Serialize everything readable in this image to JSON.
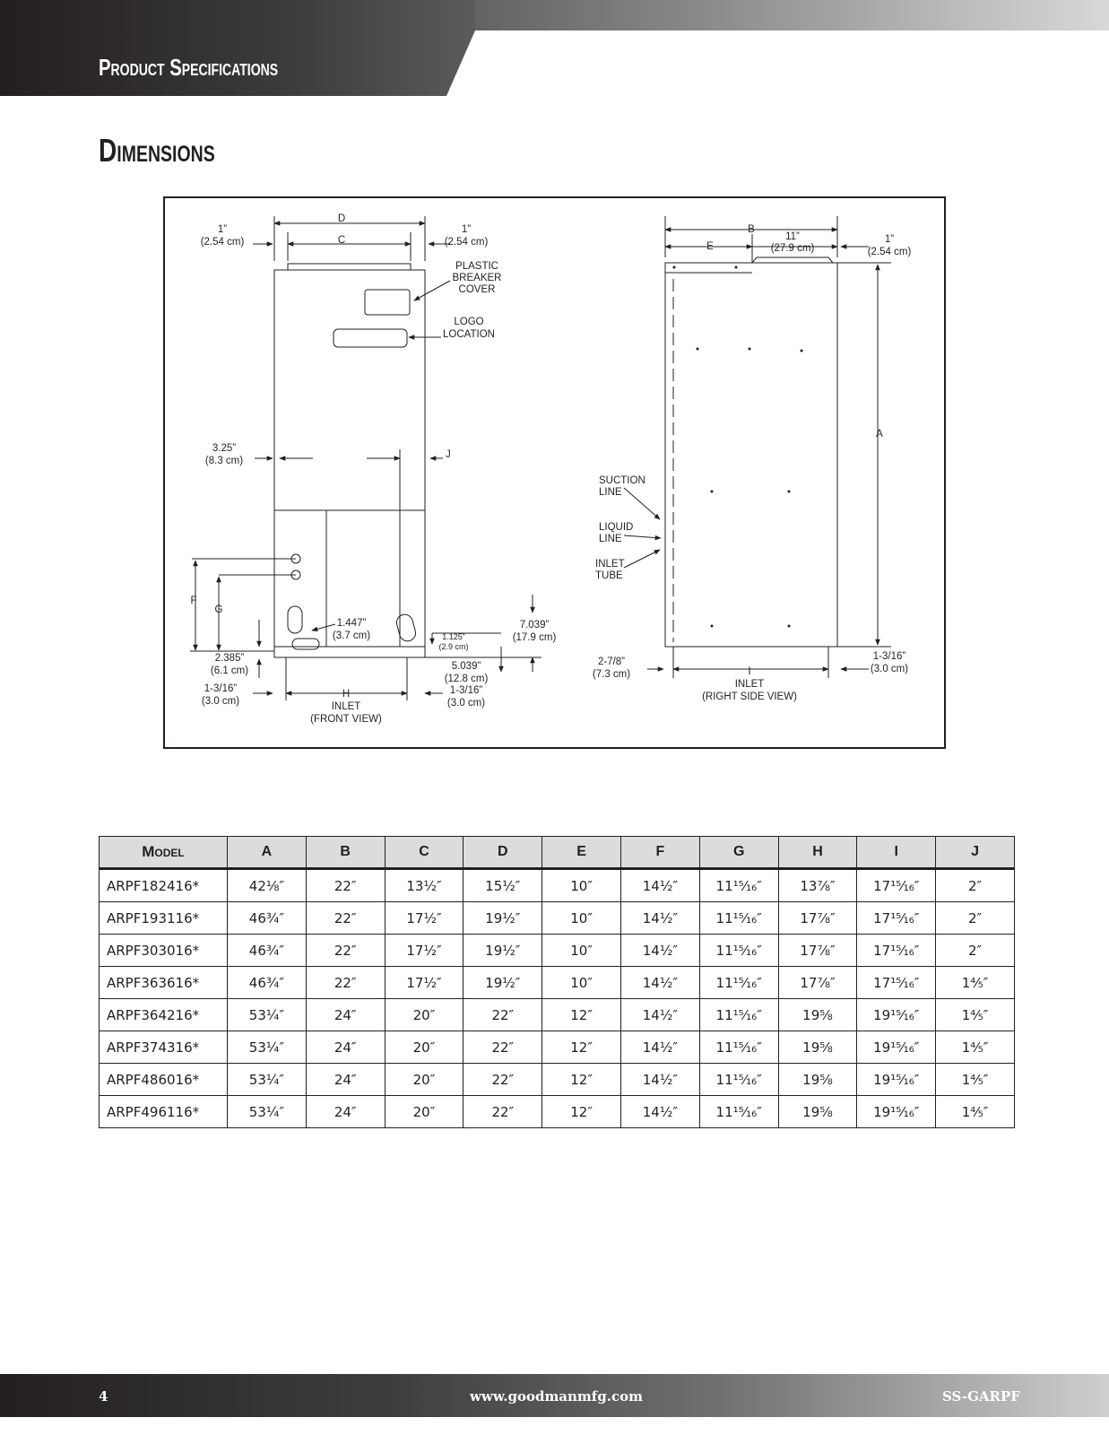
{
  "header": {
    "title": "Product Specifications"
  },
  "section": {
    "title": "Dimensions"
  },
  "diagram": {
    "front": {
      "d": "D",
      "c": "C",
      "one_left": "1”",
      "cm_left": "(2.54 cm)",
      "one_right": "1”",
      "cm_right": "(2.54 cm)",
      "plastic1": "PLASTIC",
      "plastic2": "BREAKER",
      "plastic3": "COVER",
      "logo1": "LOGO",
      "logo2": "LOCATION",
      "d325": "3.25”",
      "d325cm": "(8.3 cm)",
      "j": "J",
      "f": "F",
      "g": "G",
      "d1447": "1.447”",
      "d1447cm": "(3.7 cm)",
      "d1125": "1.125”",
      "d1125cm": "(2.9 cm)",
      "d7039": "7.039”",
      "d7039cm": "(17.9 cm)",
      "d2385": "2.385”",
      "d2385cm": "(6.1 cm)",
      "d5039": "5.039”",
      "d5039cm": "(12.8 cm)",
      "d1316a": "1-3/16”",
      "d1316acm": "(3.0 cm)",
      "d1316b": "1-3/16”",
      "d1316bcm": "(3.0 cm)",
      "h": "H",
      "inlet": "INLET",
      "view": "(FRONT VIEW)"
    },
    "side": {
      "b": "B",
      "e": "E",
      "eleven": "11”",
      "eleven_cm": "(27.9 cm)",
      "one": "1”",
      "one_cm": "(2.54 cm)",
      "a": "A",
      "suction1": "SUCTION",
      "suction2": "LINE",
      "liquid1": "LIQUID",
      "liquid2": "LINE",
      "inlet1": "INLET",
      "inlet2": "TUBE",
      "d278": "2-7/8”",
      "d278cm": "(7.3 cm)",
      "d1316": "1-3/16”",
      "d1316cm": "(3.0 cm)",
      "i": "I",
      "inlet": "INLET",
      "view": "(RIGHT SIDE VIEW)"
    }
  },
  "table": {
    "columns": [
      "Model",
      "A",
      "B",
      "C",
      "D",
      "E",
      "F",
      "G",
      "H",
      "I",
      "J"
    ],
    "rows": [
      [
        "ARPF182416*",
        "42⅛″",
        "22″",
        "13½″",
        "15½″",
        "10″",
        "14½″",
        "11¹⁵⁄₁₆″",
        "13⅞″",
        "17¹⁵⁄₁₆″",
        "2″"
      ],
      [
        "ARPF193116*",
        "46¾″",
        "22″",
        "17½″",
        "19½″",
        "10″",
        "14½″",
        "11¹⁵⁄₁₆″",
        "17⅞″",
        "17¹⁵⁄₁₆″",
        "2″"
      ],
      [
        "ARPF303016*",
        "46¾″",
        "22″",
        "17½″",
        "19½″",
        "10″",
        "14½″",
        "11¹⁵⁄₁₆″",
        "17⅞″",
        "17¹⁵⁄₁₆″",
        "2″"
      ],
      [
        "ARPF363616*",
        "46¾″",
        "22″",
        "17½″",
        "19½″",
        "10″",
        "14½″",
        "11¹⁵⁄₁₆″",
        "17⅞″",
        "17¹⁵⁄₁₆″",
        "1⁴⁄₅″"
      ],
      [
        "ARPF364216*",
        "53¼″",
        "24″",
        "20″",
        "22″",
        "12″",
        "14½″",
        "11¹⁵⁄₁₆″",
        "19⅝",
        "19¹⁵⁄₁₆″",
        "1⁴⁄₅″"
      ],
      [
        "ARPF374316*",
        "53¼″",
        "24″",
        "20″",
        "22″",
        "12″",
        "14½″",
        "11¹⁵⁄₁₆″",
        "19⅝",
        "19¹⁵⁄₁₆″",
        "1⁴⁄₅″"
      ],
      [
        "ARPF486016*",
        "53¼″",
        "24″",
        "20″",
        "22″",
        "12″",
        "14½″",
        "11¹⁵⁄₁₆″",
        "19⅝",
        "19¹⁵⁄₁₆″",
        "1⁴⁄₅″"
      ],
      [
        "ARPF496116*",
        "53¼″",
        "24″",
        "20″",
        "22″",
        "12″",
        "14½″",
        "11¹⁵⁄₁₆″",
        "19⅝",
        "19¹⁵⁄₁₆″",
        "1⁴⁄₅″"
      ]
    ]
  },
  "footer": {
    "page": "4",
    "url": "www.goodmanmfg.com",
    "doc": "SS-GARPF"
  }
}
